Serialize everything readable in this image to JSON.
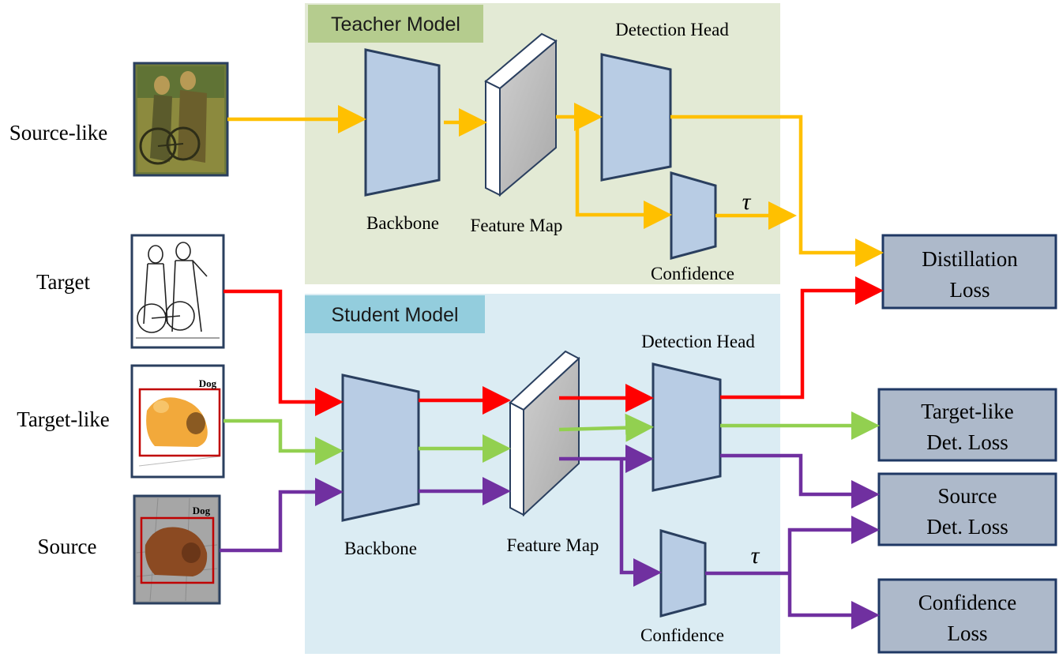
{
  "colors": {
    "teacher_bg": "#e3ead5",
    "teacher_tag": "#b5cc8e",
    "student_bg": "#dbecf3",
    "student_tag": "#93cddd",
    "block_fill": "#b8cce4",
    "block_stroke": "#2a3f5f",
    "loss_fill": "#adb9ca",
    "loss_stroke": "#1f3864",
    "yellow": "#ffc000",
    "red": "#ff0000",
    "green": "#92d050",
    "purple": "#7030a0"
  },
  "inputs": {
    "source_like": "Source-like",
    "target": "Target",
    "target_like": "Target-like",
    "source": "Source"
  },
  "image_labels": {
    "dog_target_like": "Dog",
    "dog_source": "Dog"
  },
  "teacher": {
    "title": "Teacher Model",
    "backbone": "Backbone",
    "feature_map": "Feature Map",
    "detection_head": "Detection Head",
    "confidence": "Confidence",
    "tau": "τ"
  },
  "student": {
    "title": "Student Model",
    "backbone": "Backbone",
    "feature_map": "Feature Map",
    "detection_head": "Detection Head",
    "confidence": "Confidence",
    "tau": "τ"
  },
  "losses": {
    "distillation": [
      "Distillation",
      "Loss"
    ],
    "target_like_det": [
      "Target-like",
      "Det. Loss"
    ],
    "source_det": [
      "Source",
      "Det. Loss"
    ],
    "confidence": [
      "Confidence",
      "Loss"
    ]
  }
}
